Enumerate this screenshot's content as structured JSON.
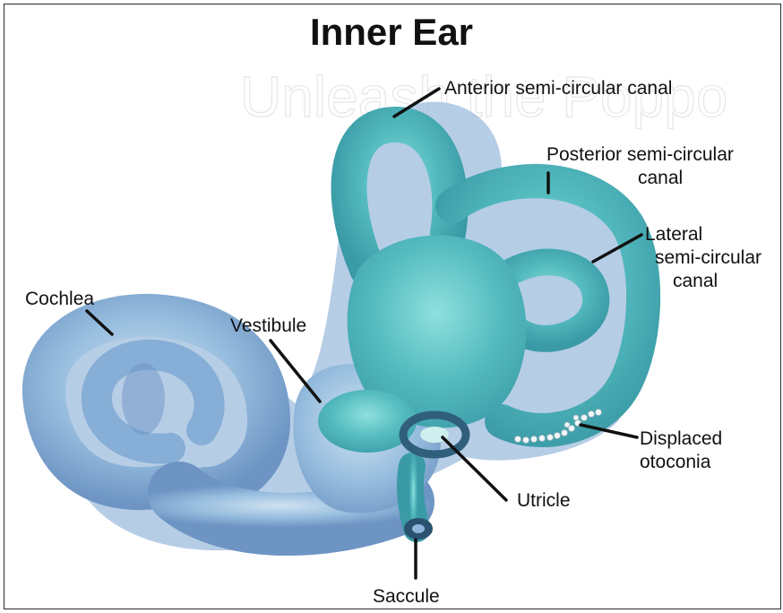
{
  "title": "Inner Ear",
  "watermark": {
    "line1": "",
    "line2": "Unleash the Poppo"
  },
  "labels": {
    "anterior": "Anterior semi-circular canal",
    "posterior_1": "Posterior semi-circular",
    "posterior_2": "canal",
    "lateral_1": "Lateral",
    "lateral_2": "semi-circular",
    "lateral_3": "canal",
    "cochlea": "Cochlea",
    "vestibule": "Vestibule",
    "displaced_1": "Displaced",
    "displaced_2": "otoconia",
    "utricle": "Utricle",
    "saccule": "Saccule"
  },
  "colors": {
    "cochlea_blue": "#8fb6da",
    "vestibule_teal": "#5bbcbf",
    "canal_teal": "#4fb3b8",
    "outline_blue": "#6d94c3",
    "ring_dark": "#2f5f7a",
    "otoconia": "#f2f6f8"
  }
}
